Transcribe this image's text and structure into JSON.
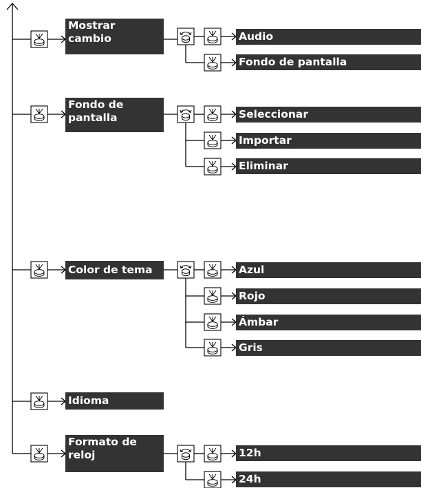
{
  "menu": [
    {
      "label": "Mostrar\ncambio",
      "options": [
        "Audio",
        "Fondo de pantalla"
      ]
    },
    {
      "label": "Fondo de\npantalla",
      "options": [
        "Seleccionar",
        "Importar",
        "Eliminar"
      ]
    },
    {
      "label": "Color de tema",
      "options": [
        "Azul",
        "Rojo",
        "Ámbar",
        "Gris"
      ]
    },
    {
      "label": "Idioma",
      "options": []
    },
    {
      "label": "Formato de\nreloj",
      "options": [
        "12h",
        "24h"
      ]
    }
  ],
  "icons": {
    "select": "press-select-knob-icon",
    "rotate": "rotate-knob-icon"
  },
  "colors": {
    "box_fill": "#333333",
    "box_text": "#ffffff",
    "line": "#000000"
  }
}
